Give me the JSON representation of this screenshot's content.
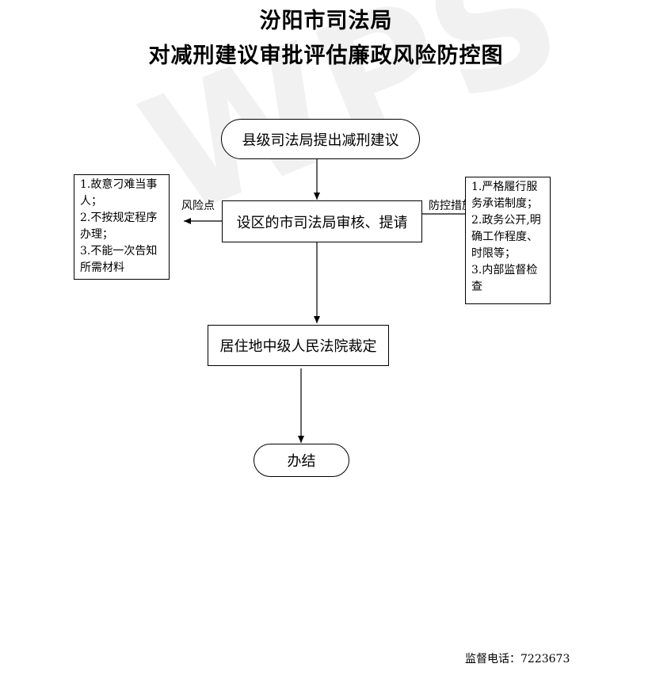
{
  "header": {
    "title_line1": "汾阳市司法局",
    "title_line2": "对减刑建议审批评估廉政风险防控图"
  },
  "watermark": "WPS",
  "flow": {
    "start": "县级司法局提出减刑建议",
    "step2": "设区的市司法局审核、提请",
    "step3": "居住地中级人民法院裁定",
    "end": "办结"
  },
  "risk": {
    "label": "风险点",
    "items": [
      "1.故意刁难当事人；",
      "2.不按规定程序办理；",
      "3.不能一次告知所需材料"
    ]
  },
  "control": {
    "label": "防控措施",
    "items": [
      "1.严格履行服务承诺制度；",
      "2.政务公开,明确工作程度、时限等；",
      "3.内部监督检查"
    ]
  },
  "footer": {
    "text": "监督电话：7223673"
  }
}
